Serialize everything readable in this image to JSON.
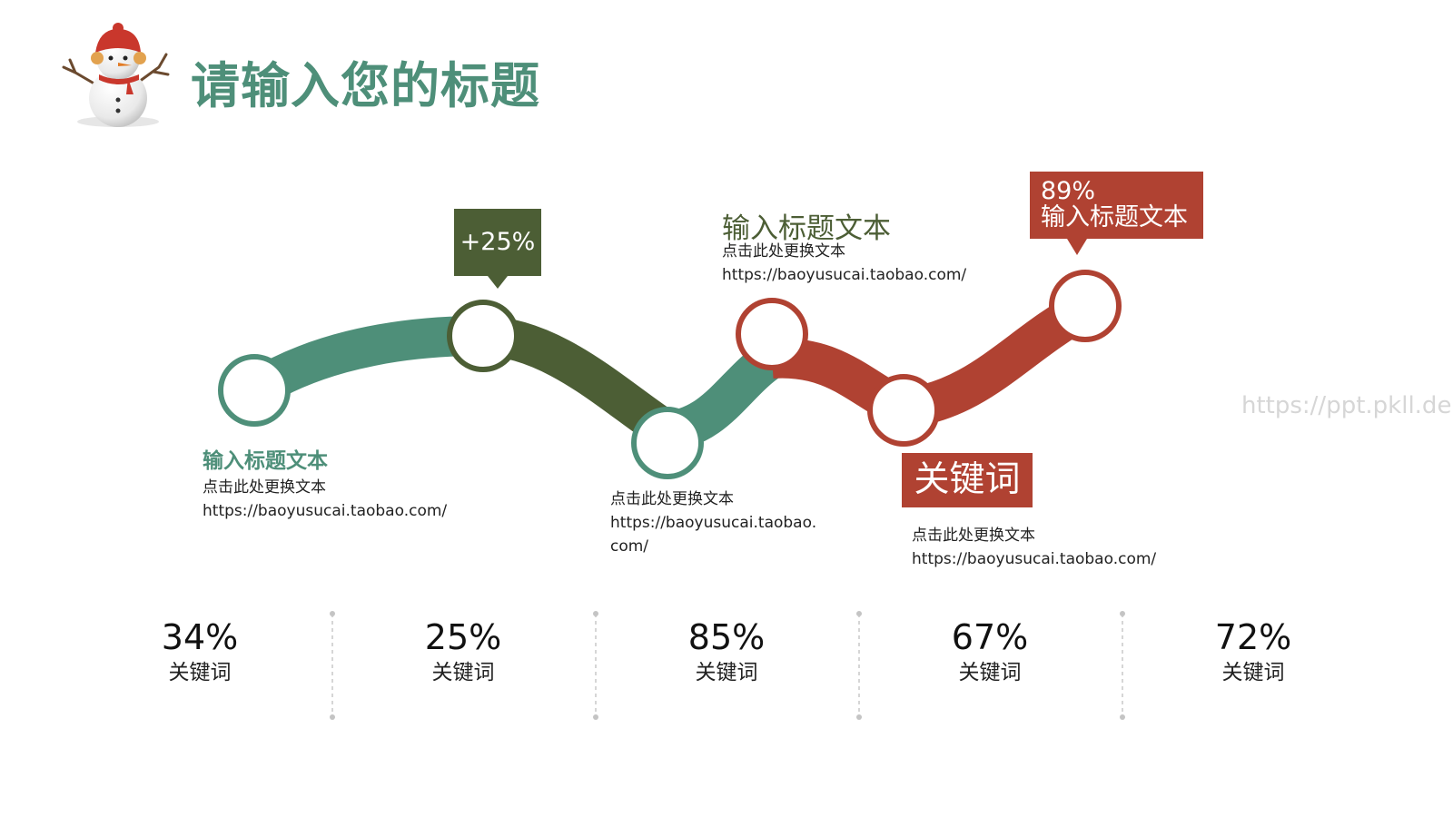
{
  "title": "请输入您的标题",
  "tags": [
    {
      "text": "+25%"
    },
    {
      "line1": "89%",
      "line2": "输入标题文本"
    },
    {
      "text": "关键词"
    }
  ],
  "captions": [
    {
      "title": "输入标题文本",
      "line1": "点击此处更换文本",
      "line2": "https://baoyusucai.taobao.com/"
    },
    {
      "line1": "点击此处更换文本",
      "line2": "https://baoyusucai.taobao.com/"
    },
    {
      "title": "输入标题文本",
      "line1": "点击此处更换文本",
      "line2": "https://baoyusucai.taobao.com/"
    },
    {
      "line1": "点击此处更换文本",
      "line2": "https://baoyusucai.taobao.com/"
    }
  ],
  "stats": [
    {
      "value": "34%",
      "label": "关键词"
    },
    {
      "value": "25%",
      "label": "关键词"
    },
    {
      "value": "85%",
      "label": "关键词"
    },
    {
      "value": "67%",
      "label": "关键词"
    },
    {
      "value": "72%",
      "label": "关键词"
    }
  ],
  "watermark": "https://ppt.pkll.de",
  "colors": {
    "teal": "#4e8f79",
    "olive": "#4c5e35",
    "red": "#b04232"
  }
}
